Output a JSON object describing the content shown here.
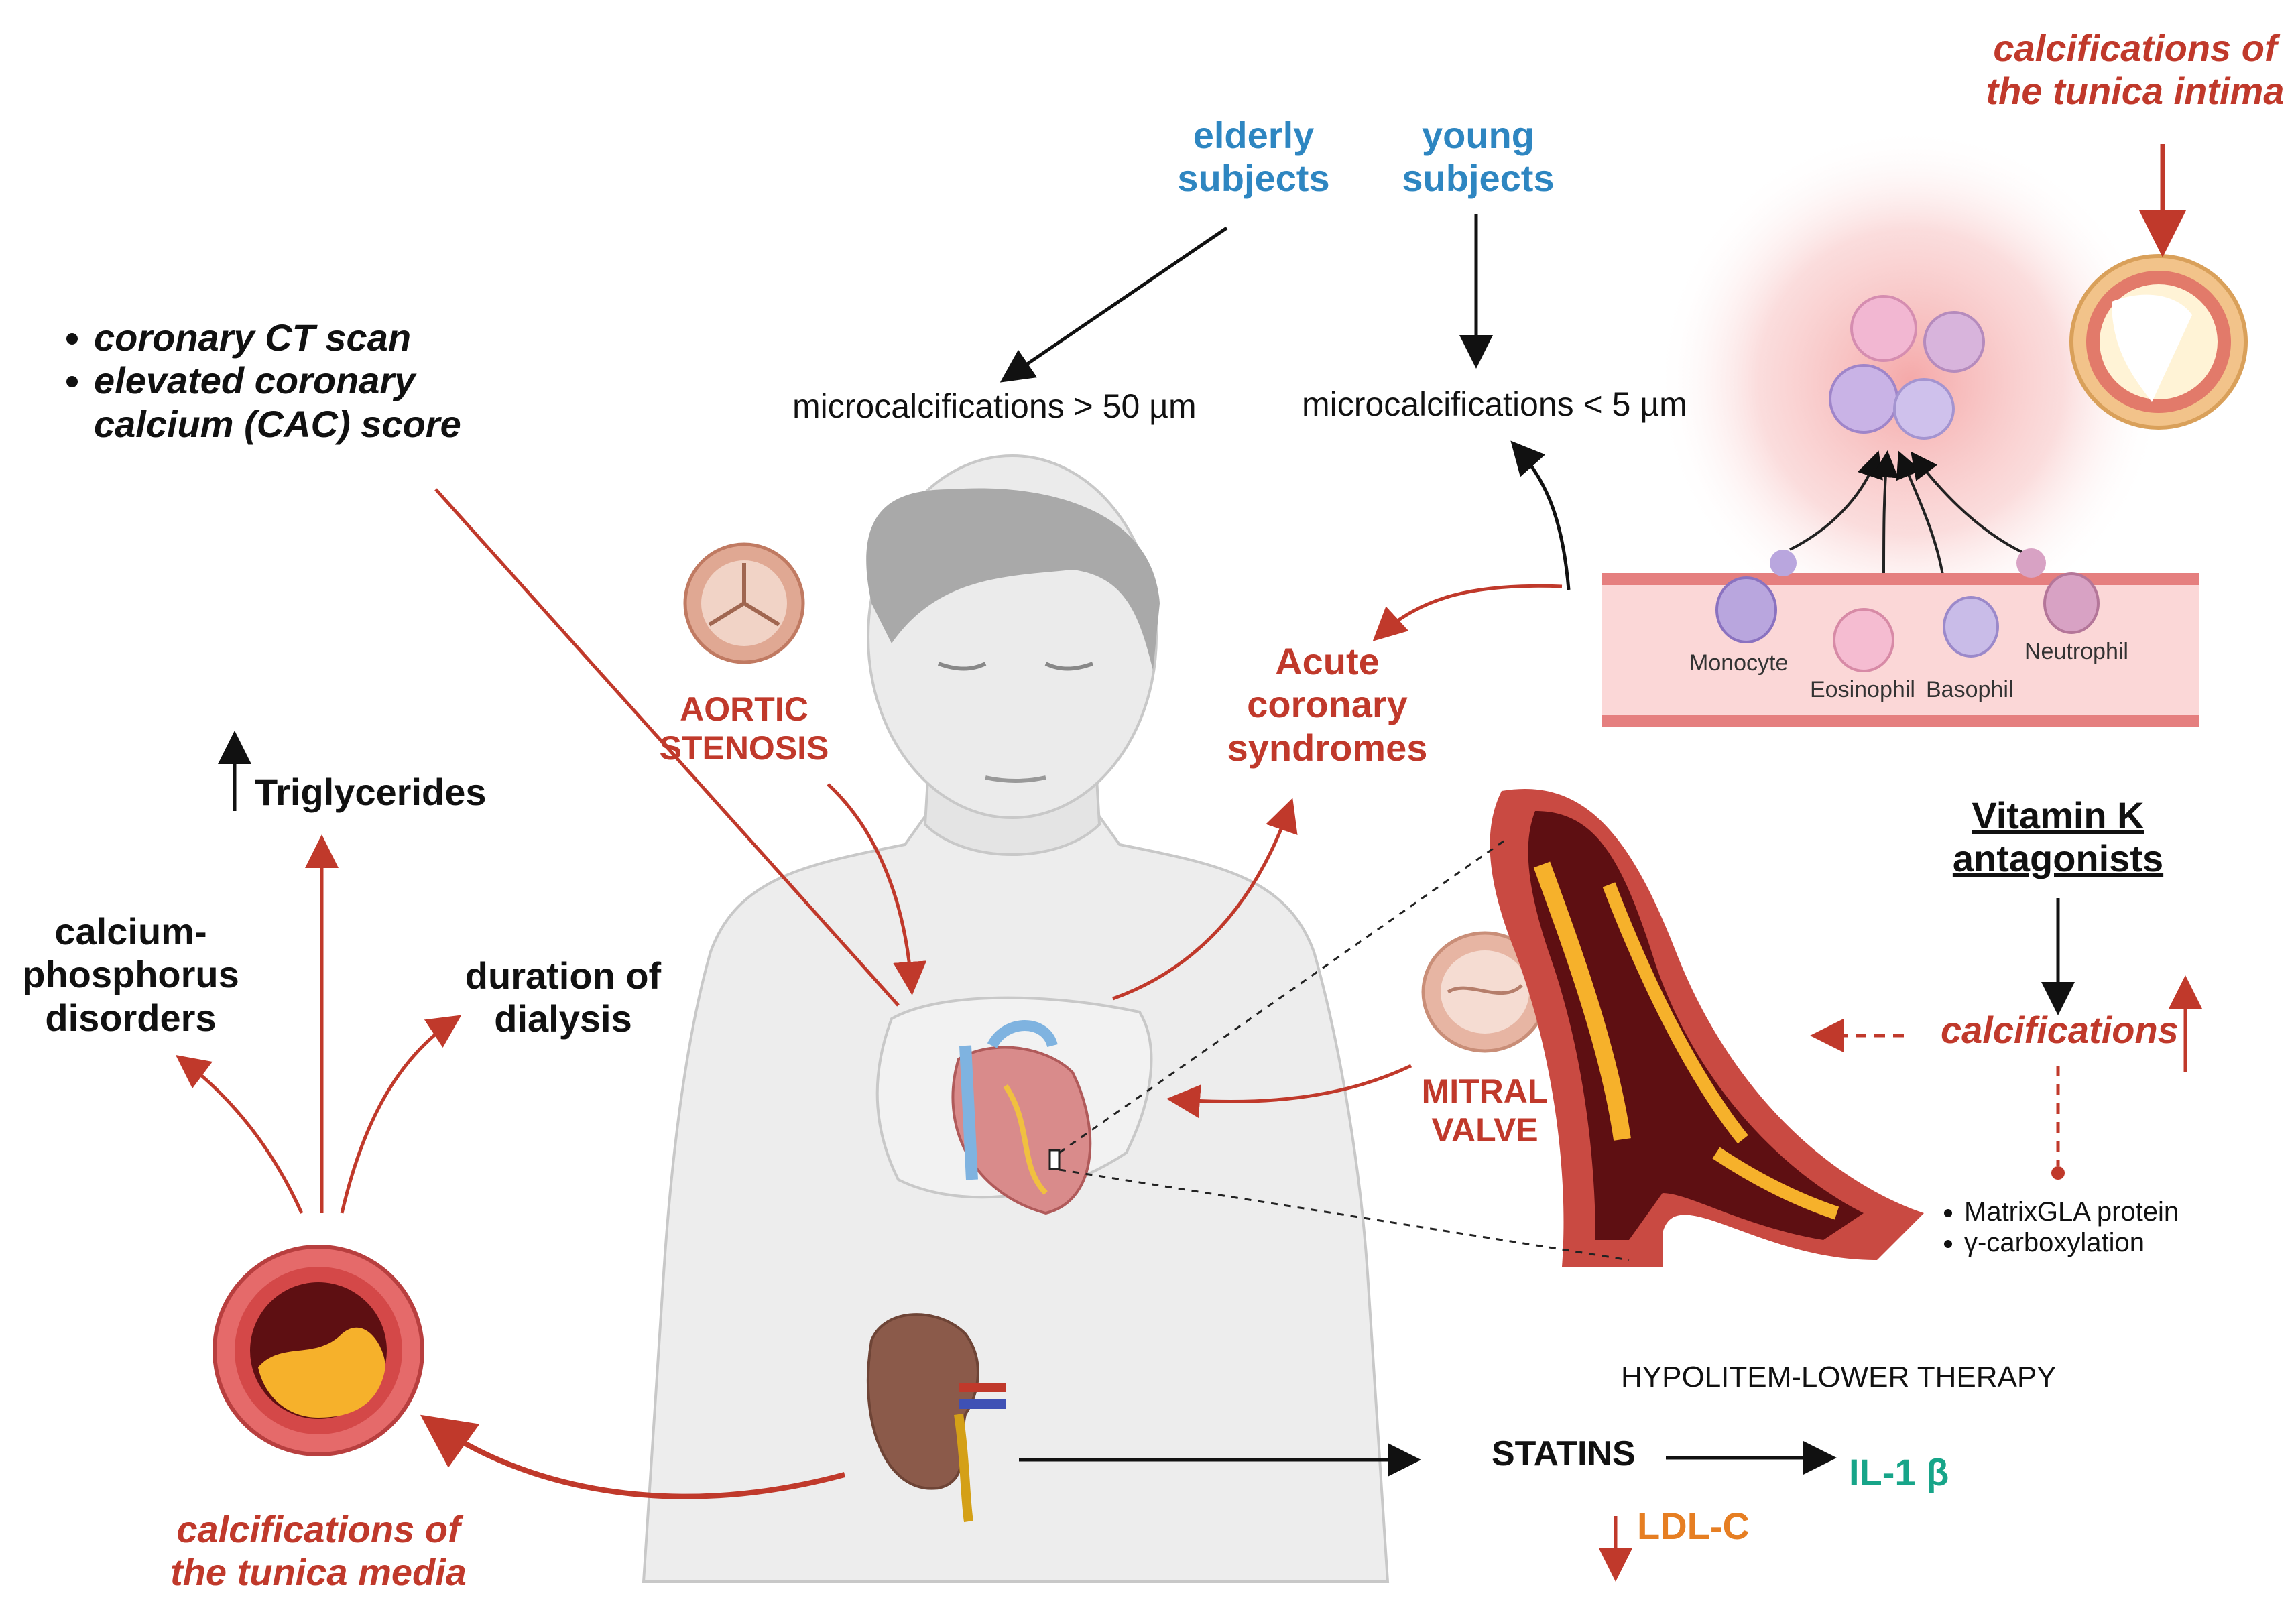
{
  "diagnostics": {
    "items": [
      "coronary CT scan",
      "elevated coronary calcium (CAC) score"
    ]
  },
  "subjects": {
    "elderly": "elderly subjects",
    "young": "young subjects"
  },
  "microcalcifications": {
    "large": "microcalcifications > 50 µm",
    "small": "microcalcifications < 5 µm"
  },
  "top_right_label": "calcifications of the tunica intima",
  "cells": {
    "monocyte": "Monocyte",
    "eosinophil": "Eosinophil",
    "basophil": "Basophil",
    "neutrophil": "Neutrophil"
  },
  "conditions": {
    "aortic": "AORTIC STENOSIS",
    "acute": "Acute coronary syndromes",
    "mitral": "MITRAL VALVE"
  },
  "risk_factors": {
    "triglycerides": "Triglycerides",
    "calcium": "calcium-phosphorus disorders",
    "dialysis": "duration of dialysis"
  },
  "vitamin_k": {
    "title": "Vitamin K antagonists",
    "calcifications": "calcifications",
    "bullets": [
      "MatrixGLA protein",
      "γ-carboxylation"
    ]
  },
  "therapy": {
    "title": "HYPOLITEM-LOWER THERAPY",
    "statins": "STATINS",
    "il1b": "IL-1 β",
    "ldl": "LDL-C"
  },
  "tunica_media_label": "calcifications of the tunica media",
  "colors": {
    "red": "#c0392b",
    "blue": "#2e86c1",
    "teal": "#17a589",
    "orange": "#e67e22"
  }
}
